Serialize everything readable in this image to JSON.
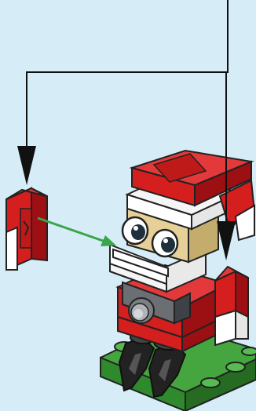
{
  "diagram": {
    "background_color": "#d6ecf7",
    "connector_color": "#111111",
    "connector_stroke_px": 2,
    "attach_arrow_color": "#3aa54a",
    "colors": {
      "red": "#d51e1e",
      "red_dark": "#9c0f13",
      "white": "#ffffff",
      "green": "#45a640",
      "green_dark": "#256b22",
      "grey": "#5d6064",
      "black": "#222222",
      "tan": "#e6d097"
    },
    "parts": [
      {
        "name": "small-red-brick-piece",
        "colors": [
          "red",
          "white"
        ]
      },
      {
        "name": "arm-red-brick-piece",
        "colors": [
          "red",
          "white"
        ]
      }
    ],
    "model": {
      "name": "santa-claus-brick-model"
    }
  }
}
